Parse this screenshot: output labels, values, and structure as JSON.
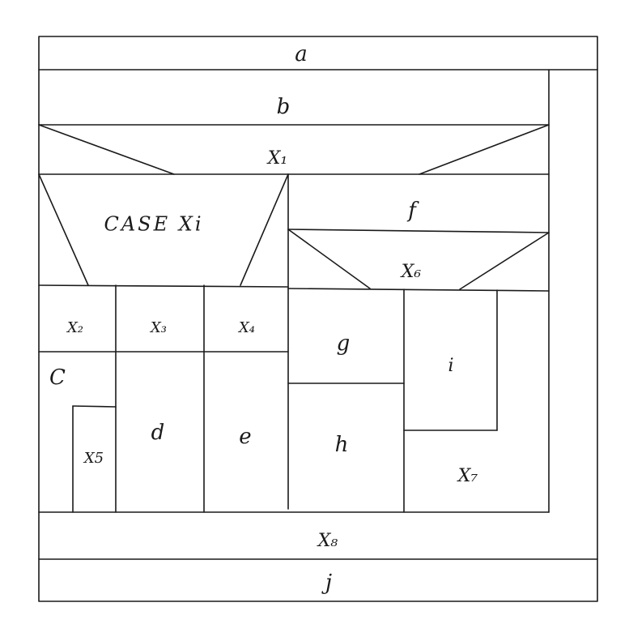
{
  "diagram": {
    "labels": {
      "a": "a",
      "b": "b",
      "x1": "X₁",
      "case": "CASE Xi",
      "f": "f",
      "x6": "X₆",
      "x2": "X₂",
      "x3": "X₃",
      "x4": "X₄",
      "g": "g",
      "i": "i",
      "c": "C",
      "x5": "X5",
      "d": "d",
      "e": "e",
      "h": "h",
      "x7": "X₇",
      "x8": "X₈",
      "j": "j"
    }
  }
}
